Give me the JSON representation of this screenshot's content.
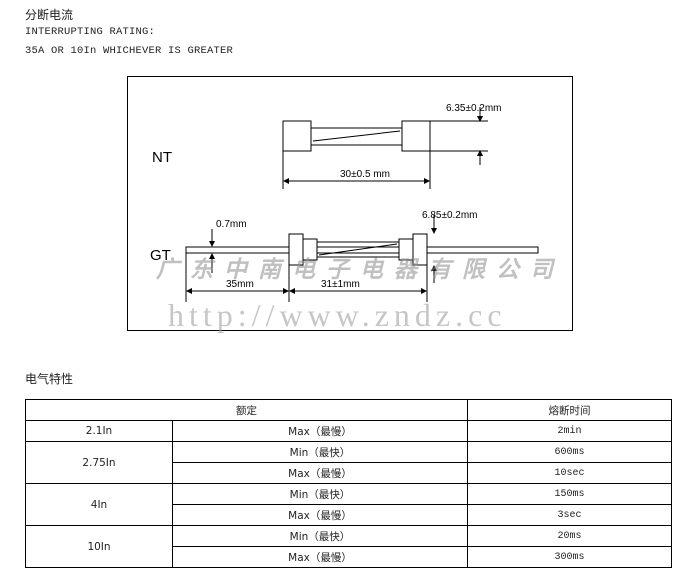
{
  "header": {
    "title_cn": "分断电流",
    "interrupting_rating": "INTERRUPTING RATING:",
    "rating_value": "35A OR 10In WHICHEVER IS GREATER"
  },
  "figure": {
    "nt_label": "NT",
    "gt_label": "GT",
    "nt_diameter": "6.35±0.2mm",
    "nt_length": "30±0.5 mm",
    "gt_diameter": "6.85±0.2mm",
    "gt_lead": "0.7mm",
    "gt_lead_length": "35mm",
    "gt_length": "31±1mm",
    "watermark_cn": "广东中南电子电器有限公司",
    "watermark_url": "http://www.zndz.cc"
  },
  "section2": {
    "title": "电气特性"
  },
  "table": {
    "headers": {
      "rated": "额定",
      "time": "熔断时间"
    },
    "groups": [
      {
        "current": "2.1In",
        "rows": [
          {
            "cond": "Max（最慢）",
            "time": "2min"
          }
        ]
      },
      {
        "current": "2.75In",
        "rows": [
          {
            "cond": "Min（最快）",
            "time": "600ms"
          },
          {
            "cond": "Max（最慢）",
            "time": "10sec"
          }
        ]
      },
      {
        "current": "4In",
        "rows": [
          {
            "cond": "Min（最快）",
            "time": "150ms"
          },
          {
            "cond": "Max（最慢）",
            "time": "3sec"
          }
        ]
      },
      {
        "current": "10In",
        "rows": [
          {
            "cond": "Min（最快）",
            "time": "20ms"
          },
          {
            "cond": "Max（最慢）",
            "time": "300ms"
          }
        ]
      }
    ]
  }
}
